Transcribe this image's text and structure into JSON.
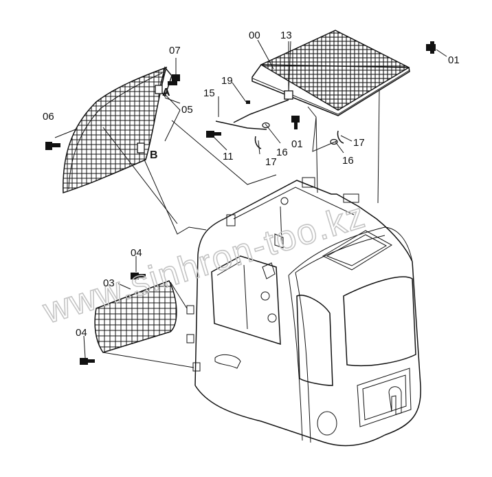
{
  "labels": {
    "p00": "00",
    "p13": "13",
    "p01a": "01",
    "p07": "07",
    "p19": "19",
    "p15": "15",
    "p05": "05",
    "p06": "06",
    "pA": "A",
    "pB": "B",
    "p11": "11",
    "p17a": "17",
    "p16a": "16",
    "p01b": "01",
    "p17b": "17",
    "p16b": "16",
    "p04a": "04",
    "p03": "03",
    "p04b": "04"
  },
  "watermark": "www.sinhron-too.kz"
}
